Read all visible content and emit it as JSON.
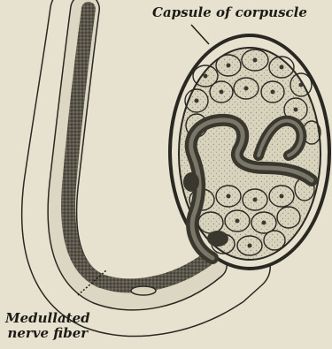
{
  "labels": {
    "capsule": "Capsule of corpuscle",
    "nerve_line1": "Medullated",
    "nerve_line2": "nerve fiber"
  },
  "colors": {
    "background": "#e6e2cf",
    "ink": "#1c1b16",
    "fiber_fill": "#58544a",
    "corpuscle_fill": "#d8d3bd"
  }
}
